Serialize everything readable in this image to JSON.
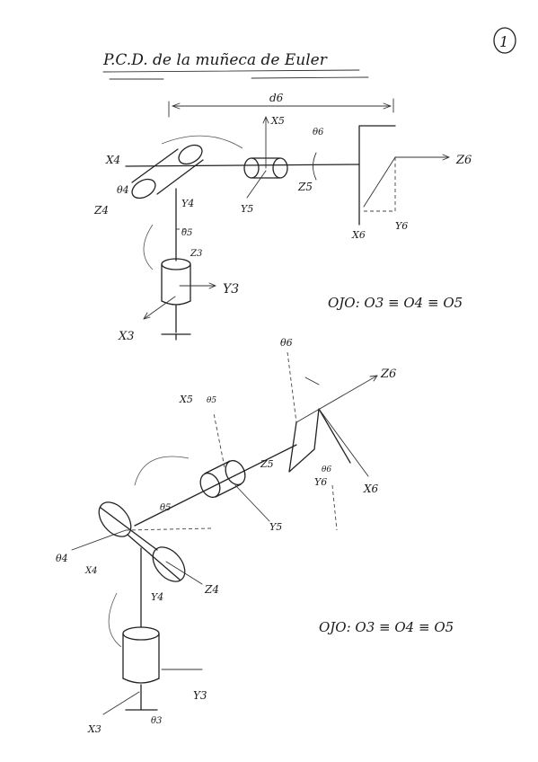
{
  "page_number": "1",
  "title": "P.C.D. de la muñeca de Euler",
  "top_diagram": {
    "dimension": "d6",
    "labels": {
      "x3": "X3",
      "y3": "Y3",
      "z3": "Z3",
      "x4": "X4",
      "y4": "Y4",
      "z4": "Z4",
      "th4": "θ4",
      "x5": "X5",
      "y5": "Y5",
      "z5": "Z5",
      "th5": "θ5",
      "th6": "θ6",
      "x6": "X6",
      "y6": "Y6",
      "z6": "Z6"
    },
    "note": "OJO: O3 ≡ O4 ≡ O5"
  },
  "bottom_diagram": {
    "labels": {
      "x4": "X4",
      "z4": "Z4",
      "y4": "Y4",
      "th4": "θ4",
      "x5": "X5",
      "y5": "Y5",
      "z5": "Z5",
      "th5a": "θ5",
      "th5b": "θ5",
      "th6a": "θ6",
      "th6b": "θ6",
      "x6": "X6",
      "y6": "Y6",
      "z6": "Z6",
      "x3": "X3",
      "y3": "Y3",
      "th3": "θ3"
    },
    "note": "OJO: O3 ≡ O4 ≡ O5"
  }
}
